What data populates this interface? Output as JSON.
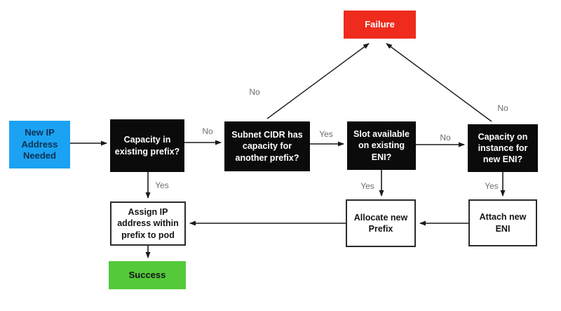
{
  "diagram": {
    "type": "flowchart",
    "topic": "IP address assignment flow (prefix / ENI capacity)",
    "nodes": {
      "start": {
        "label": "New IP Address Needed",
        "kind": "start"
      },
      "d1": {
        "label": "Capacity in existing prefix?",
        "kind": "decision"
      },
      "d2": {
        "label": "Subnet CIDR has capacity for another prefix?",
        "kind": "decision"
      },
      "d3": {
        "label": "Slot available on existing ENI?",
        "kind": "decision"
      },
      "d4": {
        "label": "Capacity on instance for new ENI?",
        "kind": "decision"
      },
      "failure": {
        "label": "Failure",
        "kind": "terminal"
      },
      "assign": {
        "label": "Assign IP address within prefix to pod",
        "kind": "action"
      },
      "allocate": {
        "label": "Allocate new Prefix",
        "kind": "action"
      },
      "attach": {
        "label": "Attach new ENI",
        "kind": "action"
      },
      "success": {
        "label": "Success",
        "kind": "terminal"
      }
    },
    "edges": [
      {
        "from": "start",
        "to": "d1",
        "label": ""
      },
      {
        "from": "d1",
        "to": "d2",
        "label": "No"
      },
      {
        "from": "d1",
        "to": "assign",
        "label": "Yes"
      },
      {
        "from": "d2",
        "to": "failure",
        "label": "No"
      },
      {
        "from": "d2",
        "to": "d3",
        "label": "Yes"
      },
      {
        "from": "d3",
        "to": "d4",
        "label": "No"
      },
      {
        "from": "d3",
        "to": "allocate",
        "label": "Yes"
      },
      {
        "from": "d4",
        "to": "failure",
        "label": "No"
      },
      {
        "from": "d4",
        "to": "attach",
        "label": "Yes"
      },
      {
        "from": "attach",
        "to": "allocate",
        "label": ""
      },
      {
        "from": "allocate",
        "to": "assign",
        "label": ""
      },
      {
        "from": "assign",
        "to": "success",
        "label": ""
      }
    ],
    "colors": {
      "start_bg": "#1ba2f2",
      "start_text": "#0d3150",
      "decision_bg": "#0b0b0b",
      "decision_text": "#ffffff",
      "failure_bg": "#ee2b1c",
      "failure_text": "#ffffff",
      "success_bg": "#54c93a",
      "success_text": "#141414",
      "action_bg": "#ffffff",
      "action_border": "#2b2b2b",
      "edge_label": "#6d6d6d",
      "line": "#1a1a1a",
      "background": "#ffffff"
    }
  }
}
